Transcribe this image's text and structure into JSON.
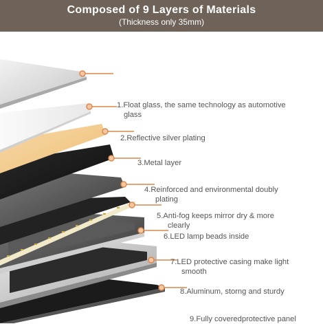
{
  "header": {
    "title": "Composed of 9 Layers of Materials",
    "subtitle": "(Thickness only 35mm)"
  },
  "accent_color": "#d9874a",
  "layers": [
    {
      "line1": "1.Float glass, the same technology as automotive",
      "line2": "glass"
    },
    {
      "line1": "2.Reflective silver plating",
      "line2": ""
    },
    {
      "line1": "3.Metal layer",
      "line2": ""
    },
    {
      "line1": "4.Reinforced and environmental doubly",
      "line2": "plating"
    },
    {
      "line1": "5.Anti-fog keeps mirror dry & more",
      "line2": "clearly"
    },
    {
      "line1": "6.LED lamp beads inside",
      "line2": ""
    },
    {
      "line1": "7.LED protective casing make light",
      "line2": "smooth"
    },
    {
      "line1": "8.Aluminum, storng and sturdy",
      "line2": ""
    },
    {
      "line1": "9.Fully coveredprotective panel",
      "line2": ""
    }
  ]
}
